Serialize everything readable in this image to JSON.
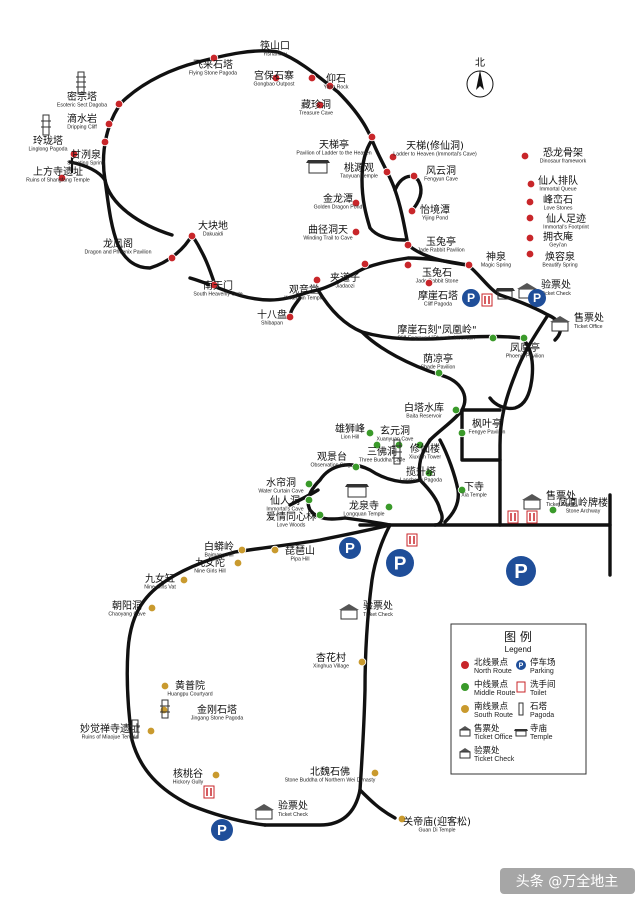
{
  "north": "北",
  "colors": {
    "north": "#c8262a",
    "middle": "#3a9a2a",
    "south": "#c99a2e",
    "parking": "#1f4e99",
    "toilet": "#c8262a"
  },
  "spots": [
    {
      "zh": "筷山口",
      "en": "Yishankou",
      "type": "north"
    },
    {
      "zh": "飞来石塔",
      "en": "Flying Stone Pagoda",
      "type": "north"
    },
    {
      "zh": "宫保石寨",
      "en": "Gongbao Outpost",
      "type": "north"
    },
    {
      "zh": "仰石",
      "en": "Yang Rock",
      "type": "north"
    },
    {
      "zh": "藏珍洞",
      "en": "Treasure Cave",
      "type": "north"
    },
    {
      "zh": "密宗塔",
      "en": "Esoteric Sect Dagoba",
      "type": "north"
    },
    {
      "zh": "滴水岩",
      "en": "Dripping Cliff",
      "type": "north"
    },
    {
      "zh": "玲珑塔",
      "en": "Linglong Pagoda",
      "type": "north"
    },
    {
      "zh": "甘洌泉",
      "en": "Sweeting Spring",
      "type": "north"
    },
    {
      "zh": "上方寺遗址",
      "en": "Ruins of Shangfang Temple",
      "type": "north"
    },
    {
      "zh": "天梯亭",
      "en": "Pavilion of Ladder to the Heaven",
      "type": "north"
    },
    {
      "zh": "天梯(修仙洞)",
      "en": "Ladder to Heaven (Immortal's Cave)",
      "type": "north"
    },
    {
      "zh": "桃源观",
      "en": "Taoyuan Temple",
      "type": "north"
    },
    {
      "zh": "风云洞",
      "en": "Fengyun Cave",
      "type": "north"
    },
    {
      "zh": "金龙潭",
      "en": "Golden Dragon Pond",
      "type": "north"
    },
    {
      "zh": "怡境潭",
      "en": "Yijing Pond",
      "type": "north"
    },
    {
      "zh": "恐龙骨架",
      "en": "Dinosaur framework",
      "type": "north"
    },
    {
      "zh": "仙人排队",
      "en": "Immortal Queue",
      "type": "north"
    },
    {
      "zh": "峰峦石",
      "en": "Love Stones",
      "type": "north"
    },
    {
      "zh": "仙人足迹",
      "en": "Immortal's Footprint",
      "type": "north"
    },
    {
      "zh": "拥衣庵",
      "en": "Geyi'an",
      "type": "north"
    },
    {
      "zh": "焕容泉",
      "en": "Beautify Spring",
      "type": "north"
    },
    {
      "zh": "大块地",
      "en": "Dakuaidi",
      "type": "north"
    },
    {
      "zh": "曲径洞天",
      "en": "Winding Trail to Cave",
      "type": "north"
    },
    {
      "zh": "玉兔亭",
      "en": "Jade Rabbit Pavilion",
      "type": "north"
    },
    {
      "zh": "龙凤阁",
      "en": "Dragon and Phoenix Pavilion",
      "type": "north"
    },
    {
      "zh": "神泉",
      "en": "Magic Spring",
      "type": "north"
    },
    {
      "zh": "夹道子",
      "en": "Jiadaozi",
      "type": "north"
    },
    {
      "zh": "玉兔石",
      "en": "Jade Rabbit Stone",
      "type": "north"
    },
    {
      "zh": "南天门",
      "en": "South Heavenly Gate",
      "type": "north"
    },
    {
      "zh": "观音堂",
      "en": "Kwan-yin Temple",
      "type": "north"
    },
    {
      "zh": "摩崖石塔",
      "en": "Cliff Pagoda",
      "type": "north"
    },
    {
      "zh": "十八盘",
      "en": "Shibapan",
      "type": "north"
    },
    {
      "zh": "摩崖石刻\"凤凰岭\"",
      "en": "Cliff-Engraved \"Phoenix Mountain\"",
      "type": "middle"
    },
    {
      "zh": "凤凰亭",
      "en": "Phoenix Pavilion",
      "type": "middle"
    },
    {
      "zh": "荫凉亭",
      "en": "Shade Pavilion",
      "type": "middle"
    },
    {
      "zh": "白塔水库",
      "en": "Baita Reservoir",
      "type": "middle"
    },
    {
      "zh": "雄狮峰",
      "en": "Lion Hill",
      "type": "middle"
    },
    {
      "zh": "枫叶亭",
      "en": "Fengye Pavilion",
      "type": "middle"
    },
    {
      "zh": "三佛洞",
      "en": "Three Buddha Cave",
      "type": "middle"
    },
    {
      "zh": "玄元洞",
      "en": "Xuanyuan Cave",
      "type": "middle"
    },
    {
      "zh": "修仙楼",
      "en": "Xiuxian Tower",
      "type": "middle"
    },
    {
      "zh": "观景台",
      "en": "Observation Stage",
      "type": "middle"
    },
    {
      "zh": "揽升塔",
      "en": "Lansheng Pagoda",
      "type": "middle"
    },
    {
      "zh": "水帘洞",
      "en": "Water Curtain Cave",
      "type": "middle"
    },
    {
      "zh": "下寺",
      "en": "Xia Temple",
      "type": "middle"
    },
    {
      "zh": "仙人洞",
      "en": "Immortal's Cave",
      "type": "middle"
    },
    {
      "zh": "龙泉寺",
      "en": "Longquan Temple",
      "type": "middle"
    },
    {
      "zh": "爱情同心林",
      "en": "Love Woods",
      "type": "middle"
    },
    {
      "zh": "凤凰岭牌楼",
      "en": "Stone Archway",
      "type": "middle"
    },
    {
      "zh": "白蟒岭",
      "en": "Baimang Hill",
      "type": "south"
    },
    {
      "zh": "琵琶山",
      "en": "Pipa Hill",
      "type": "south"
    },
    {
      "zh": "九女陀",
      "en": "Nine Girls Hill",
      "type": "south"
    },
    {
      "zh": "九女缸",
      "en": "Nine Girls Vat",
      "type": "south"
    },
    {
      "zh": "朝阳洞",
      "en": "Chaoyang Cave",
      "type": "south"
    },
    {
      "zh": "杏花村",
      "en": "Xinghua Village",
      "type": "south"
    },
    {
      "zh": "黄普院",
      "en": "Huangpu Courtyard",
      "type": "south"
    },
    {
      "zh": "金刚石塔",
      "en": "Jingang Stone Pagoda",
      "type": "south"
    },
    {
      "zh": "妙觉禅寺遗址",
      "en": "Ruins of Miaojue Temple",
      "type": "south"
    },
    {
      "zh": "核桃谷",
      "en": "Hickory Gully",
      "type": "south"
    },
    {
      "zh": "北魏石佛",
      "en": "Stone Buddha of Northern Wei Dynasty",
      "type": "south"
    },
    {
      "zh": "关帝庙(迎客松)",
      "en": "Guan Di Temple",
      "type": "south"
    }
  ],
  "tickets": [
    {
      "zh": "验票处",
      "en": "Ticket Check"
    },
    {
      "zh": "售票处",
      "en": "Ticket Office"
    },
    {
      "zh": "售票处",
      "en": "Ticket Check"
    },
    {
      "zh": "验票处",
      "en": "Ticket Check"
    },
    {
      "zh": "验票处",
      "en": "Ticket Check"
    }
  ],
  "parking_label": "P",
  "legend": {
    "title": "图 例",
    "subtitle": "Legend",
    "items": [
      {
        "zh": "北线景点",
        "en": "North Route",
        "icon": "red-dot"
      },
      {
        "zh": "停车场",
        "en": "Parking",
        "icon": "parking"
      },
      {
        "zh": "中线景点",
        "en": "Middle Route",
        "icon": "green-dot"
      },
      {
        "zh": "洗手间",
        "en": "Toilet",
        "icon": "toilet"
      },
      {
        "zh": "南线景点",
        "en": "South Route",
        "icon": "orange-dot"
      },
      {
        "zh": "石塔",
        "en": "Pagoda",
        "icon": "pagoda"
      },
      {
        "zh": "售票处",
        "en": "Ticket Office",
        "icon": "ticket-office"
      },
      {
        "zh": "寺庙",
        "en": "Temple",
        "icon": "temple"
      },
      {
        "zh": "验票处",
        "en": "Ticket Check",
        "icon": "ticket-check"
      }
    ]
  },
  "watermark": "头条 @万全地主"
}
